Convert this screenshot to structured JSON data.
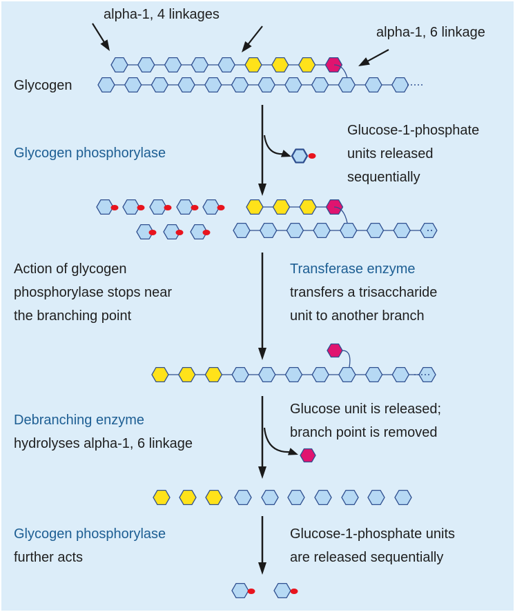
{
  "labels": {
    "alpha14": "alpha-1, 4 linkages",
    "alpha16": "alpha-1, 6 linkage",
    "glycogen": "Glycogen",
    "step1_enzyme": "Glycogen phosphorylase",
    "step1_result": [
      "Glucose-1-phosphate",
      "units released",
      "sequentially"
    ],
    "step2_left": [
      "Action of glycogen",
      "phosphorylase stops near",
      "the branching point"
    ],
    "step2_enzyme": "Transferase enzyme",
    "step2_desc": [
      "transfers a trisaccharide",
      "unit to another branch"
    ],
    "step3_result": [
      "Glucose unit is released;",
      "branch point is removed"
    ],
    "step3_enzyme": "Debranching enzyme",
    "step3_desc": "hydrolyses alpha-1, 6 linkage",
    "step4_enzyme": "Glycogen phosphorylase",
    "step4_desc": "further acts",
    "step4_result": [
      "Glucose-1-phosphate units",
      "are released sequentially"
    ]
  },
  "colors": {
    "background": "#dcedf9",
    "glucose_fill": "#b6d9f4",
    "glucose_stroke": "#2f4f8f",
    "transferred_fill": "#ffe21a",
    "branch_fill": "#e0146f",
    "phosphate": "#e8141e",
    "arrow": "#1a1a1a",
    "enzyme_text": "#1d5e93"
  },
  "icons": {
    "glucose": "hexagon",
    "phosphate": "red-dot",
    "step": "arrow-down"
  }
}
